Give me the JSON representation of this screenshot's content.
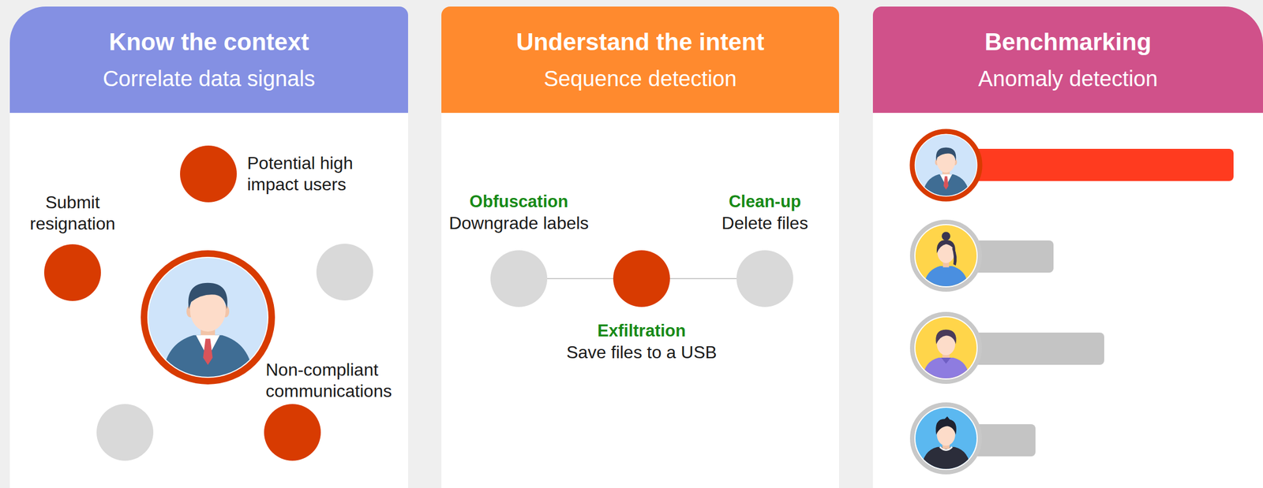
{
  "diagram": {
    "nodes": [
      {
        "text": [
          "Know the context",
          "Correlate data signals"
        ]
      },
      {
        "text": [
          "Potential high impact users"
        ],
        "in": 0
      },
      {
        "text": [
          "Submit resignation"
        ],
        "in": 0
      },
      {
        "text": [
          "Non-compliant communications"
        ],
        "in": 0
      },
      {
        "text": [
          "Understand the intent",
          "Sequence detection"
        ]
      },
      {
        "text": [
          "Obfuscation",
          "Downgrade labels"
        ],
        "in": 4
      },
      {
        "text": [
          "Exfiltration",
          "Save files to a USB"
        ],
        "in": 4
      },
      {
        "text": [
          "Clean-up",
          "Delete files"
        ],
        "in": 4
      },
      {
        "text": [
          "Benchmarking",
          "Anomaly detection"
        ]
      }
    ],
    "edges": [
      {
        "from": 5,
        "to": 6,
        "arrow": "none"
      },
      {
        "from": 6,
        "to": 7,
        "arrow": "none"
      }
    ]
  }
}
